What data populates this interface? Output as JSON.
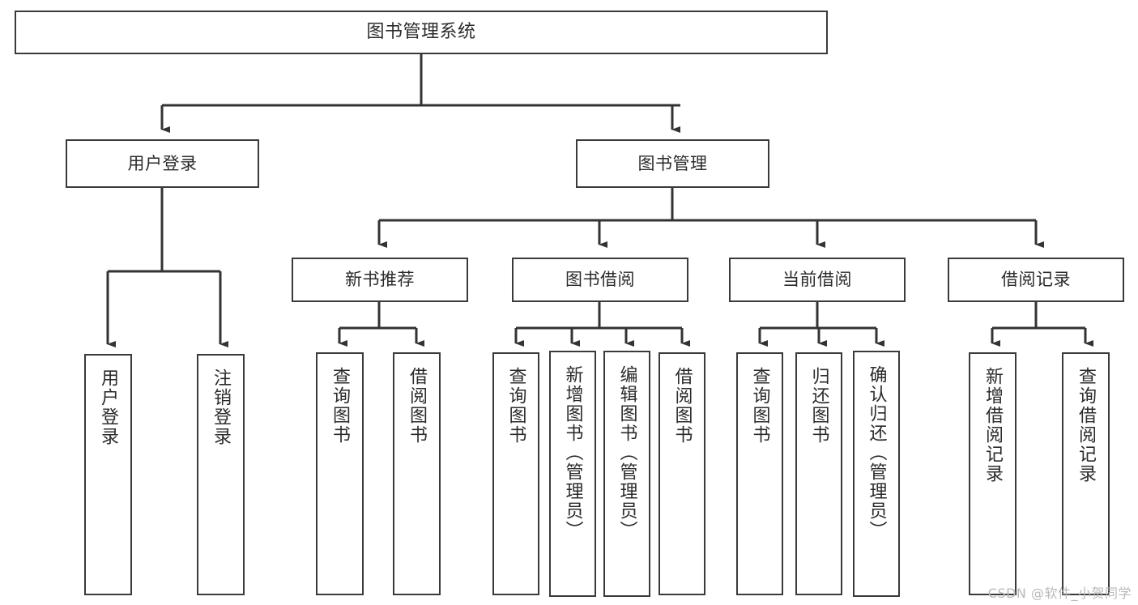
{
  "diagram": {
    "title": "图书管理系统",
    "type": "tree",
    "stroke_color": "#3a3a3a",
    "text_color": "#2b2b2b",
    "background": "#ffffff",
    "watermark": "CSDN @软件_小贺同学"
  },
  "nodes": {
    "root": {
      "label": "图书管理系统"
    },
    "level1": [
      {
        "label": "用户登录"
      },
      {
        "label": "图书管理"
      }
    ],
    "level2": [
      {
        "label": "新书推荐"
      },
      {
        "label": "图书借阅"
      },
      {
        "label": "当前借阅"
      },
      {
        "label": "借阅记录"
      }
    ],
    "leaves_login": [
      {
        "label": "用户登录"
      },
      {
        "label": "注销登录"
      }
    ],
    "leaves_recommend": [
      {
        "label": "查询图书"
      },
      {
        "label": "借阅图书"
      }
    ],
    "leaves_borrow": [
      {
        "label": "查询图书"
      },
      {
        "label": "新增图书（管理员）"
      },
      {
        "label": "编辑图书（管理员）"
      },
      {
        "label": "借阅图书"
      }
    ],
    "leaves_current": [
      {
        "label": "查询图书"
      },
      {
        "label": "归还图书"
      },
      {
        "label": "确认归还（管理员）"
      }
    ],
    "leaves_records": [
      {
        "label": "新增借阅记录"
      },
      {
        "label": "查询借阅记录"
      }
    ]
  }
}
